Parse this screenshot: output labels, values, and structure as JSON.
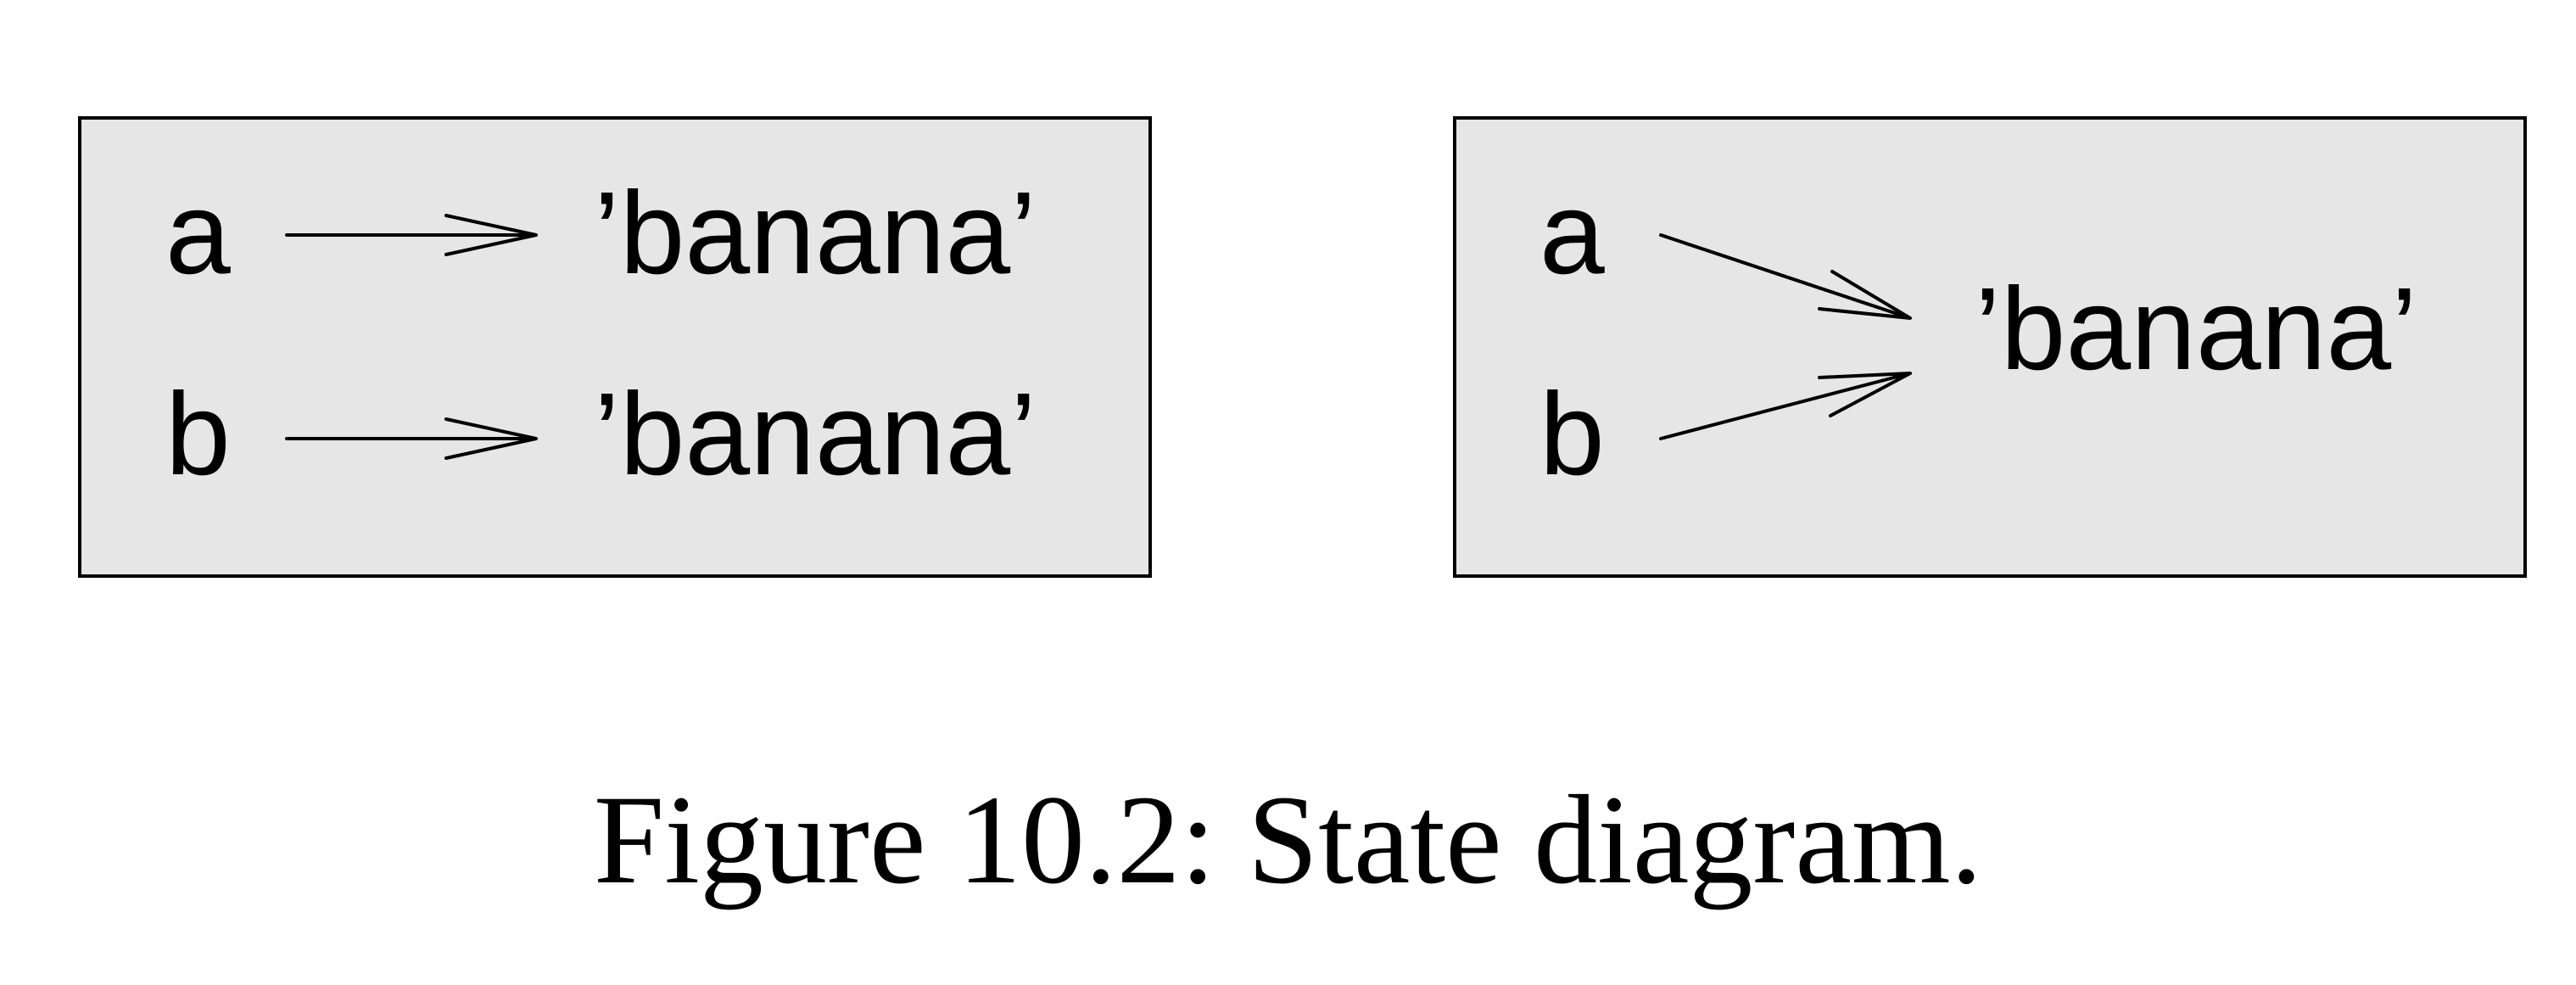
{
  "panel_left": {
    "var_a": "a",
    "var_b": "b",
    "value_a": "’banana’",
    "value_b": "’banana’"
  },
  "panel_right": {
    "var_a": "a",
    "var_b": "b",
    "value_shared": "’banana’"
  },
  "caption": "Figure 10.2: State diagram.",
  "colors": {
    "frame_fill": "#e6e6e6",
    "frame_stroke": "#000000",
    "text": "#000000"
  }
}
